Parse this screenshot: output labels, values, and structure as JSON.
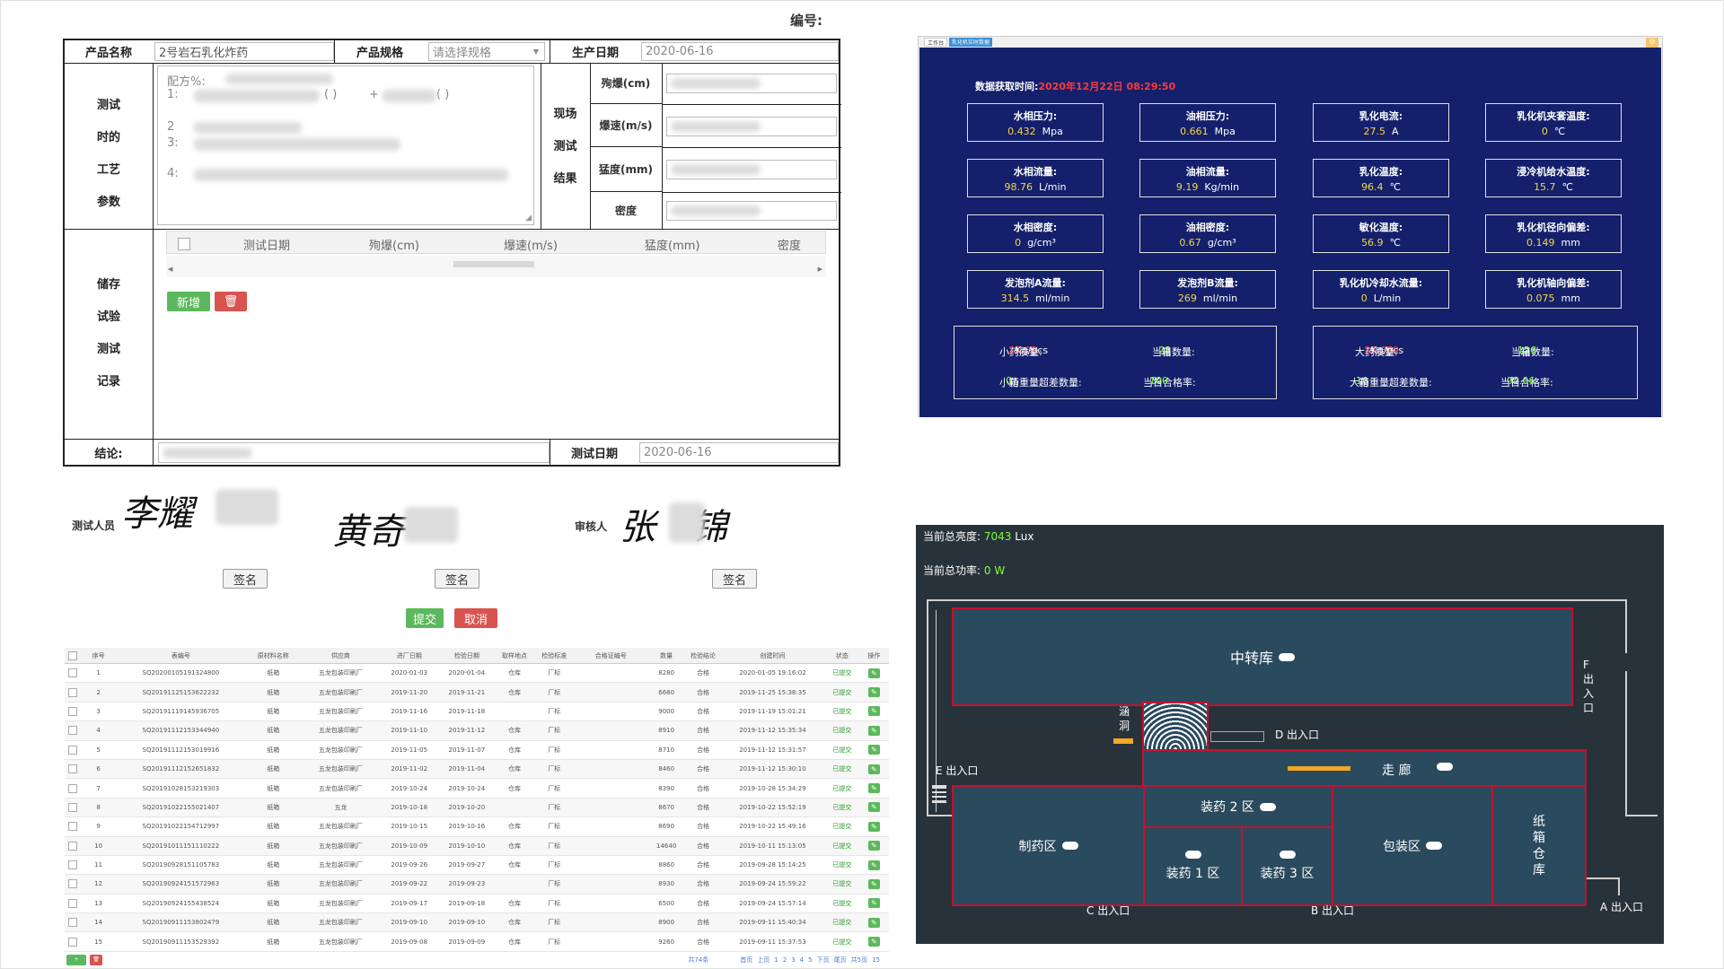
{
  "header": {
    "serial_label": "编号:"
  },
  "form": {
    "product_name_label": "产品名称",
    "product_name_value": "2号岩石乳化炸药",
    "spec_label": "产品规格",
    "spec_placeholder": "请选择规格",
    "date_label": "生产日期",
    "date_value": "2020-06-16",
    "process_label": [
      "测试",
      "时的",
      "工艺",
      "参数"
    ],
    "formula_lines": [
      "配方%:",
      "1:",
      "2",
      "3:",
      "4:"
    ],
    "formula_paren": [
      "(  )",
      "+",
      "(  )"
    ],
    "field_label": [
      "现场",
      "测试",
      "结果"
    ],
    "field_items": [
      "殉爆(cm)",
      "爆速(m/s)",
      "猛度(mm)",
      "密度"
    ],
    "storage_label": [
      "储存",
      "试验",
      "测试",
      "记录"
    ],
    "storage_headers": [
      "测试日期",
      "殉爆(cm)",
      "爆速(m/s)",
      "猛度(mm)",
      "密度"
    ],
    "add_label": "新增",
    "conclusion_label": "结论:",
    "test_date_label": "测试日期",
    "test_date_value": "2020-06-16"
  },
  "signatures": {
    "tester_label": "测试人员",
    "tester_name": "李耀",
    "middle_name": "黄奇",
    "reviewer_label": "审核人",
    "reviewer_name": "张锦",
    "sign_label": "签名"
  },
  "actions": {
    "submit": "提交",
    "cancel": "取消"
  },
  "table": {
    "headers": [
      "序号",
      "表编号",
      "原材料名称",
      "供应商",
      "进厂日期",
      "检验日期",
      "取样地点",
      "检验标准",
      "合格证编号",
      "数量",
      "检验结论",
      "创建时间",
      "状态",
      "操作"
    ],
    "rows": [
      [
        "1",
        "SQ20200105191324800",
        "纸箱",
        "五龙包装印刷厂",
        "2020-01-03",
        "2020-01-04",
        "仓库",
        "厂标",
        "",
        "8280",
        "合格",
        "2020-01-05 19:16:02",
        "已提交"
      ],
      [
        "2",
        "SQ20191125153622232",
        "纸箱",
        "五龙包装印刷厂",
        "2019-11-20",
        "2019-11-21",
        "仓库",
        "厂标",
        "",
        "6680",
        "合格",
        "2019-11-25 15:38:35",
        "已提交"
      ],
      [
        "3",
        "SQ20191119145936705",
        "纸箱",
        "五龙包装印刷厂",
        "2019-11-16",
        "2019-11-18",
        "",
        "厂标",
        "",
        "9000",
        "合格",
        "2019-11-19 15:01:21",
        "已提交"
      ],
      [
        "4",
        "SQ20191112153344940",
        "纸箱",
        "五龙包装印刷厂",
        "2019-11-10",
        "2019-11-12",
        "仓库",
        "厂标",
        "",
        "8910",
        "合格",
        "2019-11-12 15:35:34",
        "已提交"
      ],
      [
        "5",
        "SQ20191112153019916",
        "纸箱",
        "五龙包装印刷厂",
        "2019-11-05",
        "2019-11-07",
        "仓库",
        "厂标",
        "",
        "8710",
        "合格",
        "2019-11-12 15:31:57",
        "已提交"
      ],
      [
        "6",
        "SQ20191112152651832",
        "纸箱",
        "五龙包装印刷厂",
        "2019-11-02",
        "2019-11-04",
        "仓库",
        "厂标",
        "",
        "8460",
        "合格",
        "2019-11-12 15:30:10",
        "已提交"
      ],
      [
        "7",
        "SQ20191028153219303",
        "纸箱",
        "五龙包装印刷厂",
        "2019-10-24",
        "2019-10-24",
        "仓库",
        "厂标",
        "",
        "8390",
        "合格",
        "2019-10-28 15:34:29",
        "已提交"
      ],
      [
        "8",
        "SQ20191022155021407",
        "纸箱",
        "五龙",
        "2019-10-18",
        "2019-10-20",
        "",
        "厂标",
        "",
        "8670",
        "合格",
        "2019-10-22 15:52:19",
        "已提交"
      ],
      [
        "9",
        "SQ20191022154712997",
        "纸箱",
        "五龙包装印刷厂",
        "2019-10-15",
        "2019-10-16",
        "仓库",
        "厂标",
        "",
        "8690",
        "合格",
        "2019-10-22 15:49:16",
        "已提交"
      ],
      [
        "10",
        "SQ20191011151110222",
        "纸箱",
        "五龙包装印刷厂",
        "2019-10-09",
        "2019-10-10",
        "仓库",
        "厂标",
        "",
        "14640",
        "合格",
        "2019-10-11 15:13:05",
        "已提交"
      ],
      [
        "11",
        "SQ20190928151105783",
        "纸箱",
        "五龙包装印刷厂",
        "2019-09-26",
        "2019-09-27",
        "仓库",
        "厂标",
        "",
        "8860",
        "合格",
        "2019-09-28 15:14:25",
        "已提交"
      ],
      [
        "12",
        "SQ20190924151572963",
        "纸箱",
        "五龙包装印刷厂",
        "2019-09-22",
        "2019-09-23",
        "",
        "厂标",
        "",
        "8930",
        "合格",
        "2019-09-24 15:59:22",
        "已提交"
      ],
      [
        "13",
        "SQ20190924155438524",
        "纸箱",
        "五龙包装印刷厂",
        "2019-09-17",
        "2019-09-18",
        "仓库",
        "厂标",
        "",
        "6500",
        "合格",
        "2019-09-24 15:57:14",
        "已提交"
      ],
      [
        "14",
        "SQ20190911153802479",
        "纸箱",
        "五龙包装印刷厂",
        "2019-09-10",
        "2019-09-10",
        "仓库",
        "厂标",
        "",
        "8900",
        "合格",
        "2019-09-11 15:40:34",
        "已提交"
      ],
      [
        "15",
        "SQ20190911153529392",
        "纸箱",
        "五龙包装印刷厂",
        "2019-09-08",
        "2019-09-09",
        "仓库",
        "厂标",
        "",
        "9260",
        "合格",
        "2019-09-11 15:37:53",
        "已提交"
      ]
    ],
    "total": "共74条",
    "pager": [
      "首页",
      "上页",
      "1",
      "2",
      "3",
      "4",
      "5",
      "下页",
      "尾页",
      "共5页",
      "15"
    ]
  },
  "dashboard": {
    "tabs": [
      "工作台",
      "乳化机实时数据"
    ],
    "time_label": "数据获取时间:",
    "time_value": "2020年12月22日 08:29:50",
    "metrics": [
      {
        "label": "水相压力:",
        "value": "0.432",
        "unit": "Mpa"
      },
      {
        "label": "油相压力:",
        "value": "0.661",
        "unit": "Mpa"
      },
      {
        "label": "乳化电流:",
        "value": "27.5",
        "unit": "A"
      },
      {
        "label": "乳化机夹套温度:",
        "value": "0",
        "unit": "℃"
      },
      {
        "label": "水相流量:",
        "value": "98.76",
        "unit": "L/min"
      },
      {
        "label": "油相流量:",
        "value": "9.19",
        "unit": "Kg/min"
      },
      {
        "label": "乳化温度:",
        "value": "96.4",
        "unit": "℃"
      },
      {
        "label": "浸冷机给水温度:",
        "value": "15.7",
        "unit": "℃"
      },
      {
        "label": "水相密度:",
        "value": "0",
        "unit": "g/cm³"
      },
      {
        "label": "油相密度:",
        "value": "0.67",
        "unit": "g/cm³"
      },
      {
        "label": "敏化温度:",
        "value": "56.9",
        "unit": "℃"
      },
      {
        "label": "乳化机径向偏差:",
        "value": "0.149",
        "unit": "mm"
      },
      {
        "label": "发泡剂A流量:",
        "value": "314.5",
        "unit": "ml/min"
      },
      {
        "label": "发泡剂B流量:",
        "value": "269",
        "unit": "ml/min"
      },
      {
        "label": "乳化机冷却水流量:",
        "value": "0",
        "unit": "L/min"
      },
      {
        "label": "乳化机轴向偏差:",
        "value": "0.075",
        "unit": "mm"
      }
    ],
    "small": {
      "mass_label": "小药质量:",
      "mass_value": "25.02",
      "mass_unit": "Kg/pcs",
      "count_label": "当日数量:",
      "count_value": "28",
      "count_unit": "箱",
      "over_label": "小药重量超差数量:",
      "over_value": "0",
      "over_unit": "箱",
      "rate_label": "当日合格率:",
      "rate_value": "100",
      "rate_unit": "%"
    },
    "large": {
      "mass_label": "大药质量:",
      "mass_value": "25.079",
      "mass_unit": "Kg/pcs",
      "count_label": "当日数量:",
      "count_value": "126",
      "count_unit": "箱",
      "over_label": "大药重量超差数量:",
      "over_value": "10",
      "over_unit": "箱",
      "rate_label": "当日合格率:",
      "rate_value": "92.06",
      "rate_unit": "%"
    }
  },
  "floormap": {
    "brightness_label": "当前总亮度:",
    "brightness_value": "7043",
    "brightness_unit": "Lux",
    "power_label": "当前总功率:",
    "power_value": "0 W",
    "zones": {
      "transfer": "中转库",
      "corridor": "走 廊",
      "pack2": "装药 2 区",
      "pack1": "装药 1 区",
      "pack3": "装药 3 区",
      "making": "制药区",
      "packing": "包装区",
      "carton": "纸箱仓库",
      "culvert": "涵洞"
    },
    "exits": {
      "f": "F出入口",
      "d": "D 出入口",
      "e": "E 出入口",
      "c": "C 出入口",
      "b": "B 出入口",
      "a": "A 出入口"
    }
  }
}
